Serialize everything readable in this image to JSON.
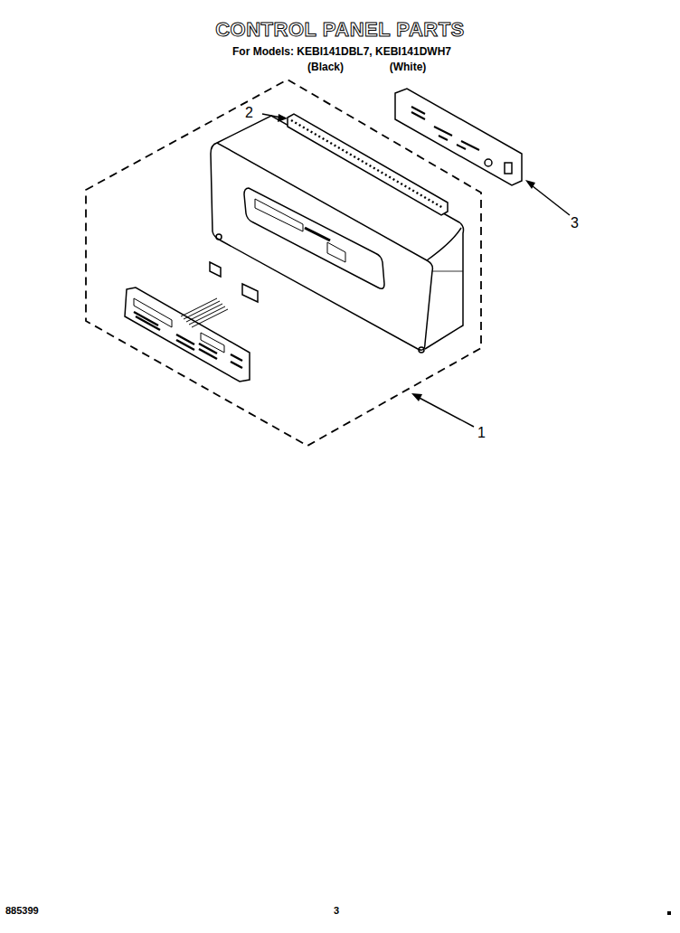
{
  "diagram": {
    "title": "CONTROL PANEL PARTS",
    "labels": [
      "For Models: KEBI141DBL7, KEBI141DWH7",
      "(Black)",
      "(White)",
      "2",
      "3",
      "1",
      "885399",
      "3"
    ]
  }
}
